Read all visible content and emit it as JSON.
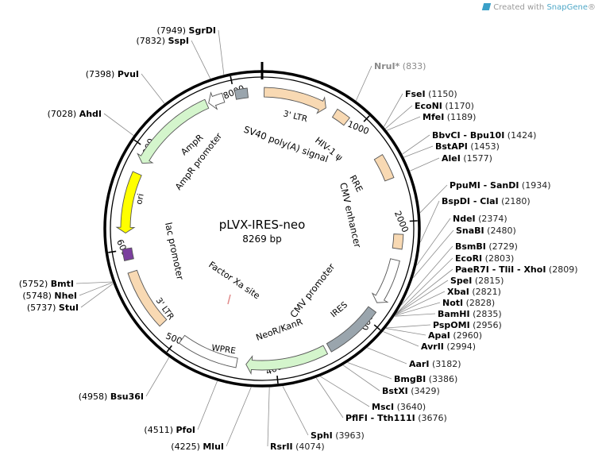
{
  "watermark": {
    "prefix": "Created with ",
    "brand": "SnapGene",
    "suffix": "®"
  },
  "plasmid": {
    "name": "pLVX-IRES-neo",
    "length_label": "8269 bp",
    "total_bp": 8269
  },
  "tick_labels": [
    "1000",
    "2000",
    "3000",
    "4000",
    "5000",
    "6000",
    "7000",
    "8000"
  ],
  "features": [
    {
      "label": "3' LTR",
      "start": 20,
      "end": 640,
      "dir": "fwd",
      "color": "#f8d9b3"
    },
    {
      "label": "HIV-1 ψ",
      "start": 740,
      "end": 880,
      "dir": "none",
      "color": "#f8d9b3"
    },
    {
      "label": "RRE",
      "start": 1340,
      "end": 1580,
      "dir": "none",
      "color": "#f8d9b3"
    },
    {
      "label": "CMV enhancer",
      "start": 2120,
      "end": 2260,
      "dir": "none",
      "color": "#f8d9b3"
    },
    {
      "label": "CMV promoter",
      "start": 2370,
      "end": 2820,
      "dir": "fwd",
      "color": "#ffffff"
    },
    {
      "label": "IRES",
      "start": 2900,
      "end": 3460,
      "dir": "none",
      "color": "#9aa5ad"
    },
    {
      "label": "NeoR/KanR",
      "start": 3500,
      "end": 4290,
      "dir": "fwd",
      "color": "#d4f5cc"
    },
    {
      "label": "WPRE",
      "start": 4380,
      "end": 4960,
      "dir": "none",
      "color": "#ffffff"
    },
    {
      "label": "3' LTR",
      "start": 5200,
      "end": 5780,
      "dir": "none",
      "color": "#f8d9b3"
    },
    {
      "label": "lac promoter",
      "start": 5900,
      "end": 6010,
      "dir": "none",
      "color": "#7b3f9e"
    },
    {
      "label": "ori",
      "start": 6160,
      "end": 6750,
      "dir": "rev",
      "color": "#ffff00"
    },
    {
      "label": "AmpR",
      "start": 6860,
      "end": 7720,
      "dir": "rev",
      "color": "#d4f5cc"
    },
    {
      "label": "AmpR promoter",
      "start": 7740,
      "end": 7890,
      "dir": "rev",
      "color": "#ffffff"
    },
    {
      "label": "SV40 poly(A) signal",
      "start": 8010,
      "end": 8130,
      "dir": "none",
      "color": "#9aa5ad"
    }
  ],
  "inner_labels": [
    {
      "text": "3' LTR"
    },
    {
      "text": "HIV-1 ψ"
    },
    {
      "text": "RRE"
    },
    {
      "text": "CMV enhancer"
    },
    {
      "text": "CMV promoter"
    },
    {
      "text": "IRES"
    },
    {
      "text": "NeoR/KanR"
    },
    {
      "text": "WPRE"
    },
    {
      "text": "3' LTR"
    },
    {
      "text": "lac promoter"
    },
    {
      "text": "ori"
    },
    {
      "text": "AmpR"
    },
    {
      "text": "AmpR promoter"
    },
    {
      "text": "SV40 poly(A) signal"
    },
    {
      "text": "Factor Xa site"
    }
  ],
  "sites": [
    {
      "name": "NruI*",
      "pos": "(833)",
      "bp": 833,
      "gray": true
    },
    {
      "name": "FseI",
      "pos": "(1150)",
      "bp": 1150
    },
    {
      "name": "EcoNI",
      "pos": "(1170)",
      "bp": 1170
    },
    {
      "name": "MfeI",
      "pos": "(1189)",
      "bp": 1189
    },
    {
      "name": "BbvCI - Bpu10I",
      "pos": "(1424)",
      "bp": 1424
    },
    {
      "name": "BstAPI",
      "pos": "(1453)",
      "bp": 1453
    },
    {
      "name": "AleI",
      "pos": "(1577)",
      "bp": 1577
    },
    {
      "name": "PpuMI - SanDI",
      "pos": "(1934)",
      "bp": 1934
    },
    {
      "name": "BspDI - ClaI",
      "pos": "(2180)",
      "bp": 2180
    },
    {
      "name": "NdeI",
      "pos": "(2374)",
      "bp": 2374
    },
    {
      "name": "SnaBI",
      "pos": "(2480)",
      "bp": 2480
    },
    {
      "name": "BsmBI",
      "pos": "(2729)",
      "bp": 2729
    },
    {
      "name": "EcoRI",
      "pos": "(2803)",
      "bp": 2803
    },
    {
      "name": "PaeR7I - TliI - XhoI",
      "pos": "(2809)",
      "bp": 2809
    },
    {
      "name": "SpeI",
      "pos": "(2815)",
      "bp": 2815
    },
    {
      "name": "XbaI",
      "pos": "(2821)",
      "bp": 2821
    },
    {
      "name": "NotI",
      "pos": "(2828)",
      "bp": 2828
    },
    {
      "name": "BamHI",
      "pos": "(2835)",
      "bp": 2835
    },
    {
      "name": "PspOMI",
      "pos": "(2956)",
      "bp": 2956
    },
    {
      "name": "ApaI",
      "pos": "(2960)",
      "bp": 2960
    },
    {
      "name": "AvrII",
      "pos": "(2994)",
      "bp": 2994
    },
    {
      "name": "AarI",
      "pos": "(3182)",
      "bp": 3182
    },
    {
      "name": "BmgBI",
      "pos": "(3386)",
      "bp": 3386
    },
    {
      "name": "BstXI",
      "pos": "(3429)",
      "bp": 3429
    },
    {
      "name": "MscI",
      "pos": "(3640)",
      "bp": 3640
    },
    {
      "name": "PflFI - Tth111I",
      "pos": "(3676)",
      "bp": 3676
    },
    {
      "name": "SphI",
      "pos": "(3963)",
      "bp": 3963
    },
    {
      "name": "RsrII",
      "pos": "(4074)",
      "bp": 4074
    },
    {
      "name": "MluI",
      "pos": "(4225)",
      "bp": 4225
    },
    {
      "name": "PfoI",
      "pos": "(4511)",
      "bp": 4511
    },
    {
      "name": "Bsu36I",
      "pos": "(4958)",
      "bp": 4958
    },
    {
      "name": "StuI",
      "pos": "(5737)",
      "bp": 5737
    },
    {
      "name": "NheI",
      "pos": "(5748)",
      "bp": 5748
    },
    {
      "name": "BmtI",
      "pos": "(5752)",
      "bp": 5752
    },
    {
      "name": "AhdI",
      "pos": "(7028)",
      "bp": 7028
    },
    {
      "name": "PvuI",
      "pos": "(7398)",
      "bp": 7398
    },
    {
      "name": "SspI",
      "pos": "(7832)",
      "bp": 7832
    },
    {
      "name": "SgrDI",
      "pos": "(7949)",
      "bp": 7949
    }
  ]
}
